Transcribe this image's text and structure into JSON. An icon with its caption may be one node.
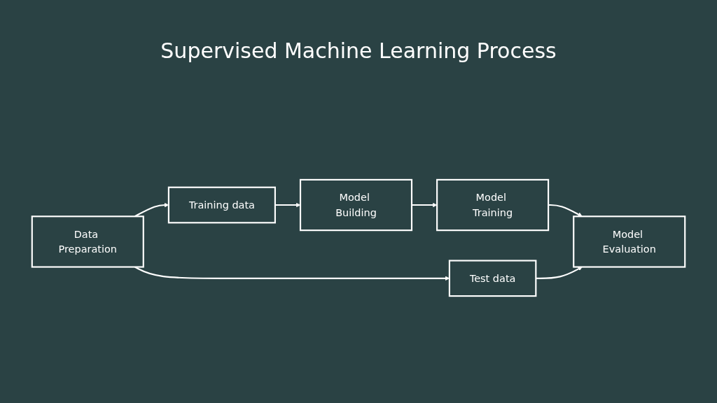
{
  "diagram": {
    "title": "Supervised Machine Learning Process",
    "nodes": [
      {
        "text": [
          "Data Preparation"
        ]
      },
      {
        "text": [
          "Training data"
        ]
      },
      {
        "text": [
          "Model Building"
        ]
      },
      {
        "text": [
          "Model Training"
        ]
      },
      {
        "text": [
          "Test data"
        ]
      },
      {
        "text": [
          "Model Evaluation"
        ]
      }
    ],
    "edges": [
      {
        "from": 0,
        "to": 1,
        "arrow": "to"
      },
      {
        "from": 1,
        "to": 2,
        "arrow": "to"
      },
      {
        "from": 2,
        "to": 3,
        "arrow": "to"
      },
      {
        "from": 3,
        "to": 5,
        "arrow": "to"
      },
      {
        "from": 0,
        "to": 4,
        "arrow": "to"
      },
      {
        "from": 4,
        "to": 5,
        "arrow": "to"
      }
    ]
  }
}
